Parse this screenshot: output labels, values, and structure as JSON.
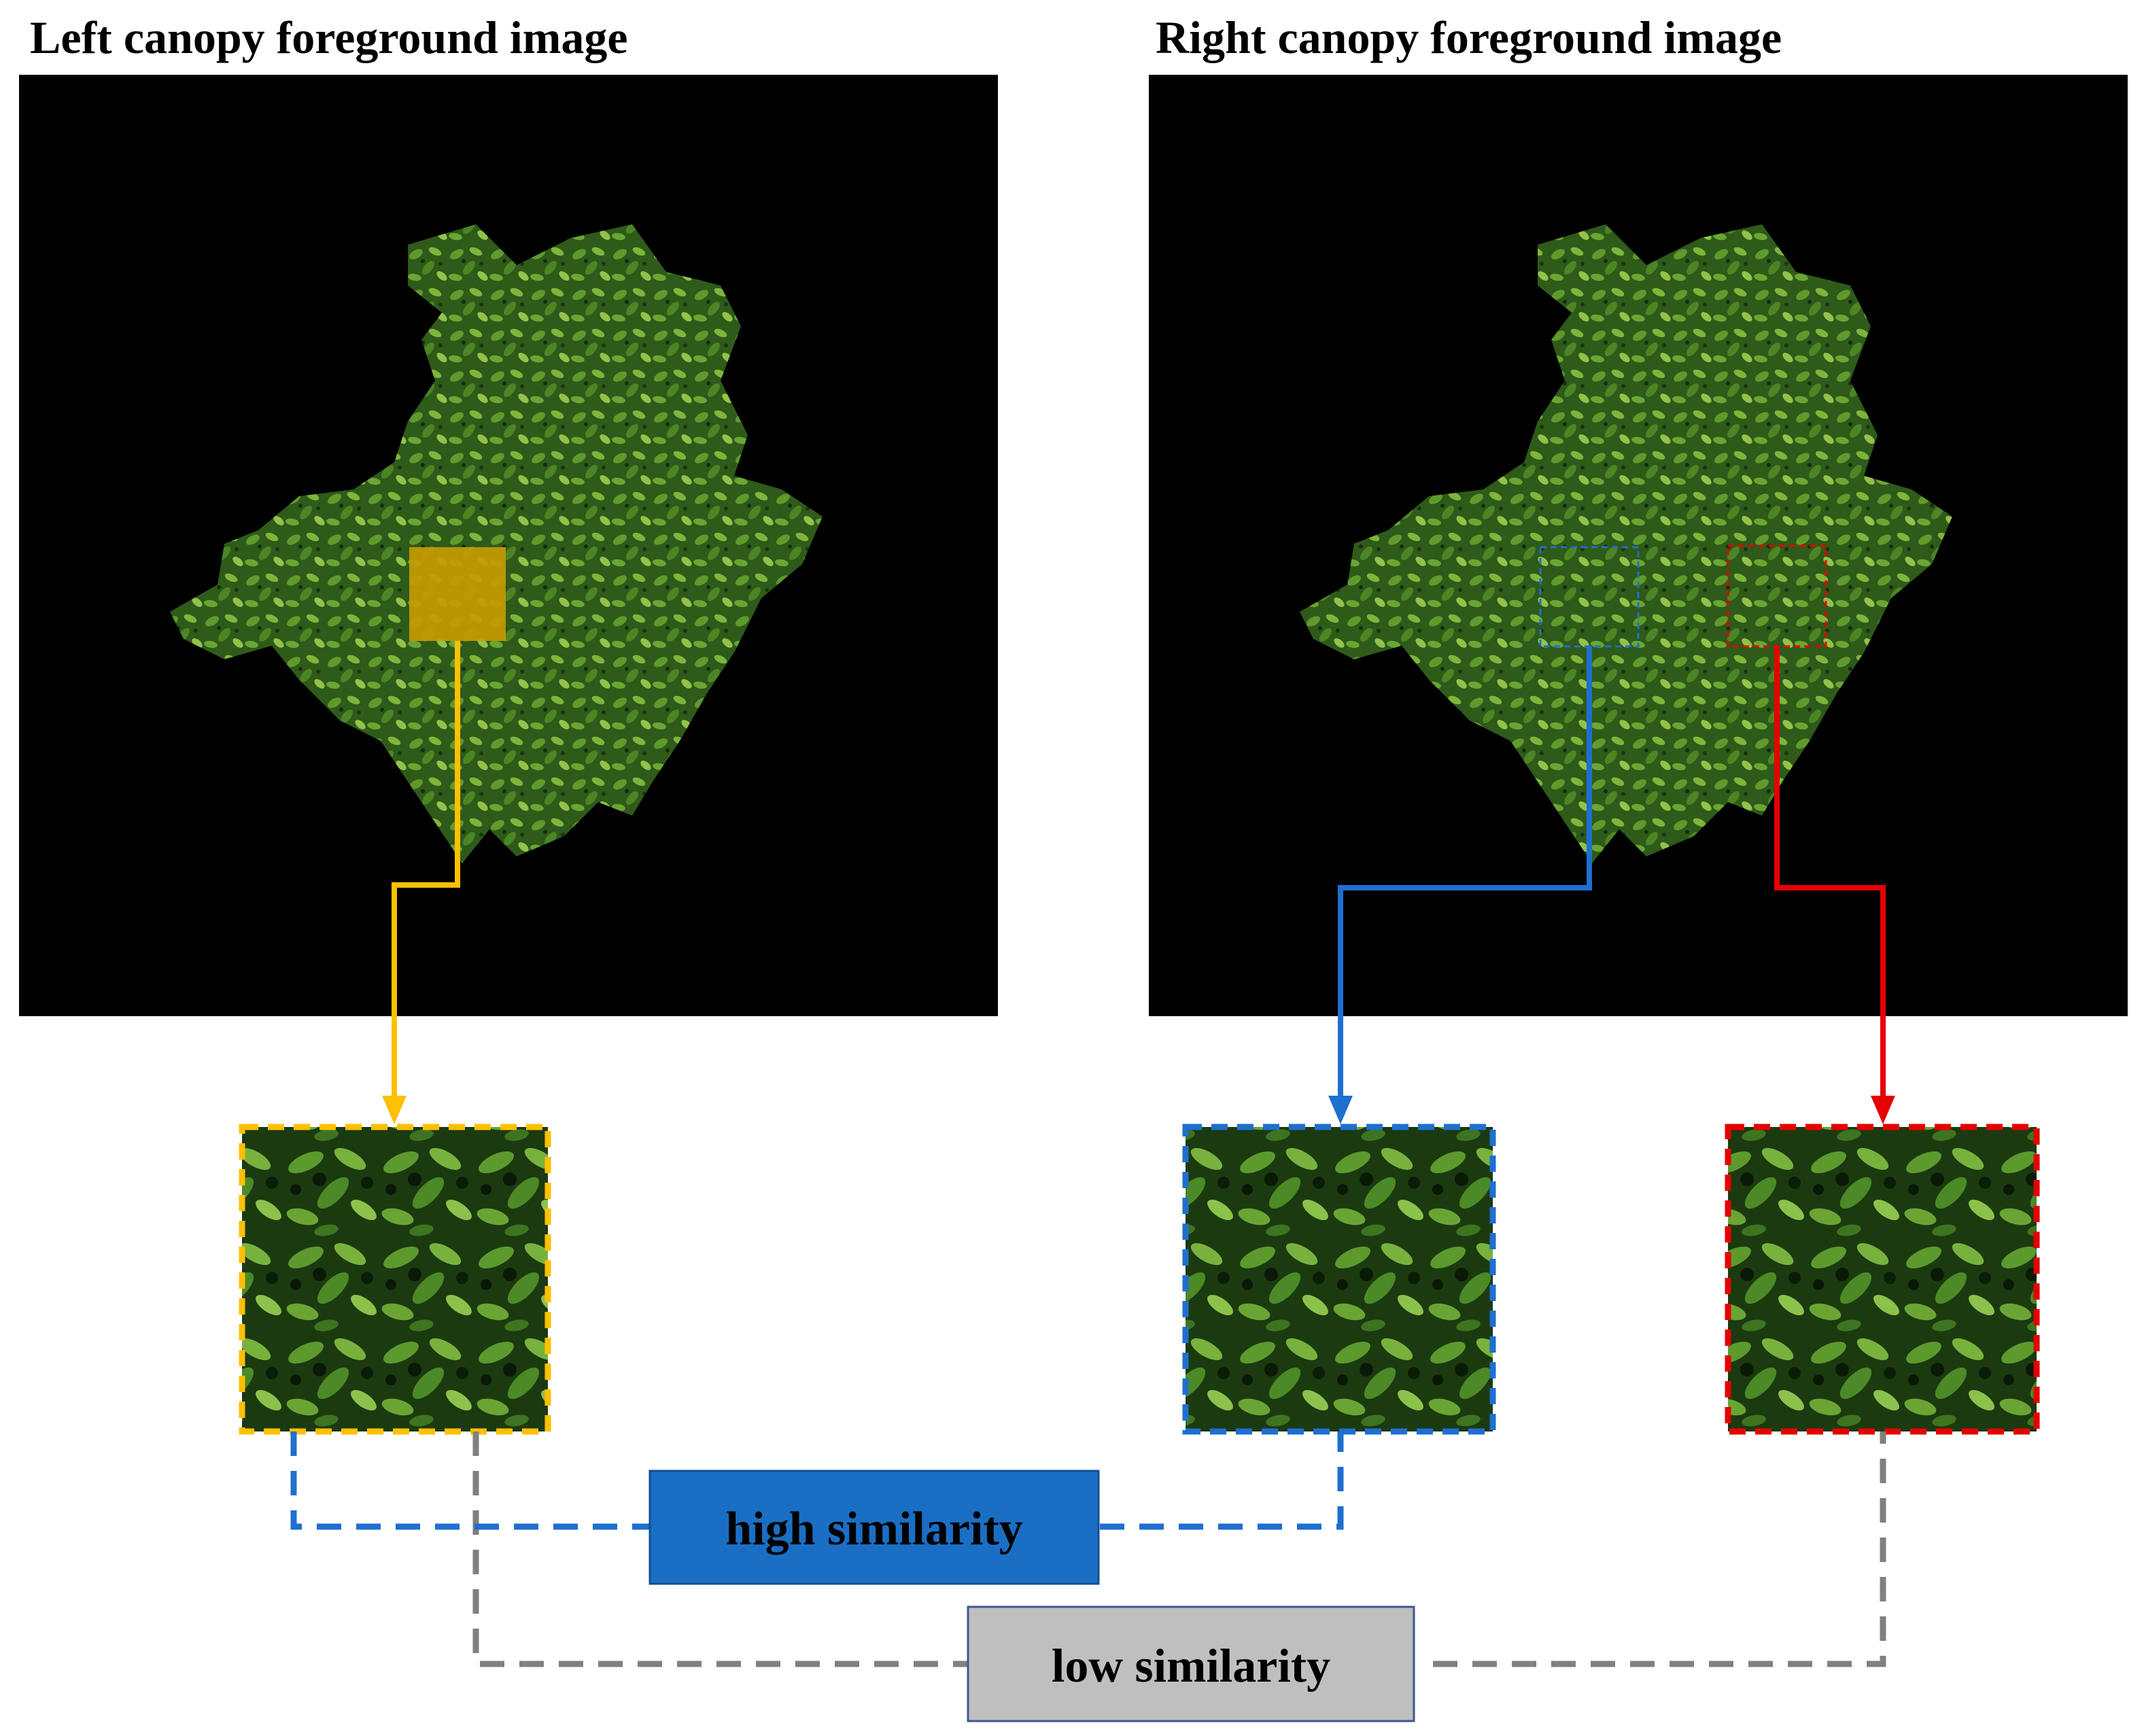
{
  "titles": {
    "left": "Left canopy foreground image",
    "right": "Right canopy foreground image"
  },
  "labels": {
    "high": "high similarity",
    "low": "low similarity"
  },
  "colors": {
    "yellow": "#ffc000",
    "blue": "#1f6fcf",
    "red": "#e60000",
    "gray": "#808080",
    "high_box_fill": "#1a6fc4",
    "low_box_fill": "#bfbfbf",
    "background_panel": "#000000"
  }
}
